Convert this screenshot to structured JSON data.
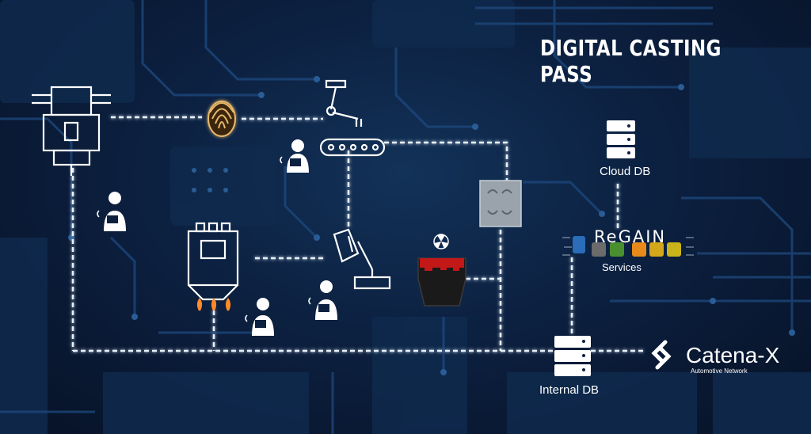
{
  "title": "DIGITAL CASTING PASS",
  "nodes": {
    "cloud_db": "Cloud DB",
    "internal_db": "Internal DB"
  },
  "regain": {
    "name": "ReGAIN",
    "services": "Services"
  },
  "catena_x": {
    "name": "Catena-X",
    "tagline": "Automotive Network"
  },
  "icons": [
    "induction-furnace-icon",
    "fingerprint-icon",
    "robot-conveyor-icon",
    "holding-oven-icon",
    "ladle-pouring-icon",
    "radiation-icon",
    "cast-part-icon",
    "mold-pattern-icon",
    "worker-icon",
    "cloud-db-icon",
    "internal-db-icon",
    "regain-services-icons",
    "catena-x-logo-icon"
  ],
  "colors": {
    "background": "#0c2040",
    "trace": "#1e4a80",
    "link": "#e8f2ff",
    "text": "#ffffff",
    "cast_highlight": "#c21818",
    "flame": "#ff8a2a"
  }
}
